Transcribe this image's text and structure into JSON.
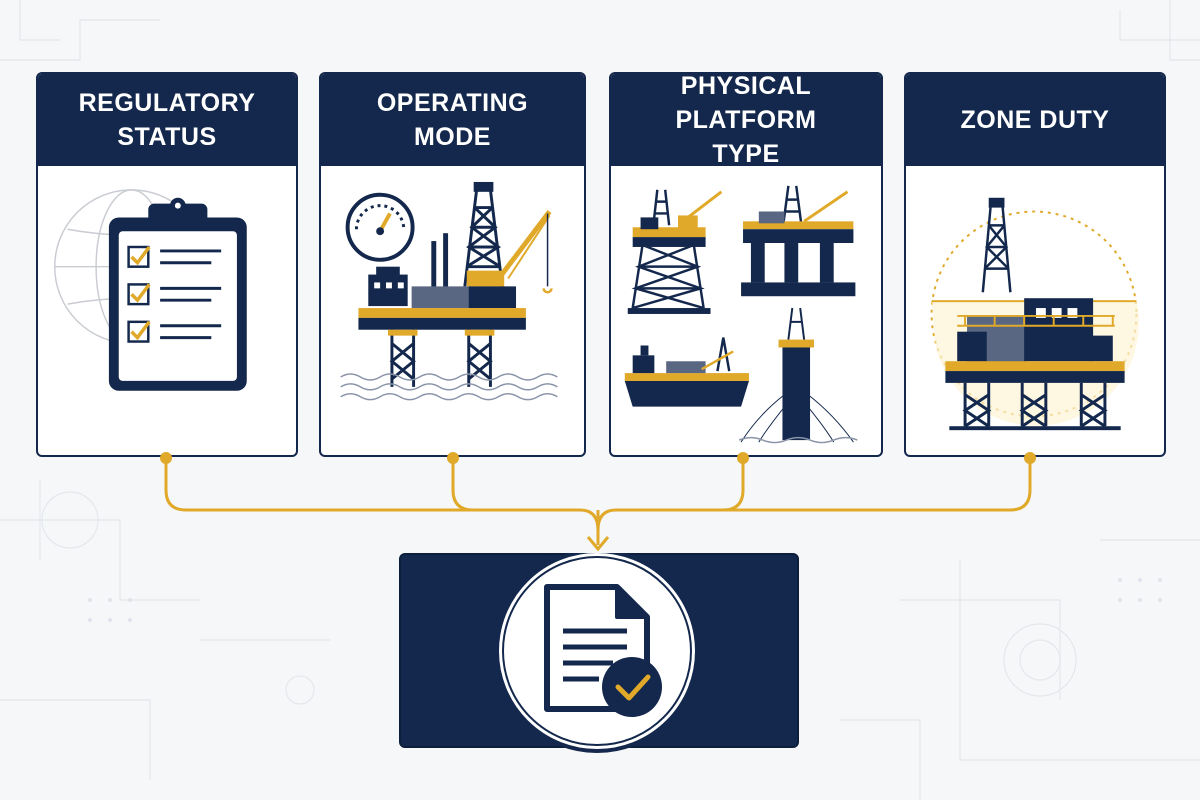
{
  "colors": {
    "navy": "#13284c",
    "gold": "#e0a92a",
    "background": "#f6f7f9",
    "panel": "#ffffff"
  },
  "cards": [
    {
      "title": "REGULATORY\nSTATUS",
      "icon": "clipboard-checklist-icon"
    },
    {
      "title": "OPERATING\nMODE",
      "icon": "offshore-rig-gauge-icon"
    },
    {
      "title": "PHYSICAL PLATFORM\nTYPE",
      "icon": "platform-types-icon"
    },
    {
      "title": "ZONE DUTY",
      "icon": "hazard-zone-platform-icon"
    }
  ],
  "output": {
    "icon": "approved-document-icon"
  }
}
